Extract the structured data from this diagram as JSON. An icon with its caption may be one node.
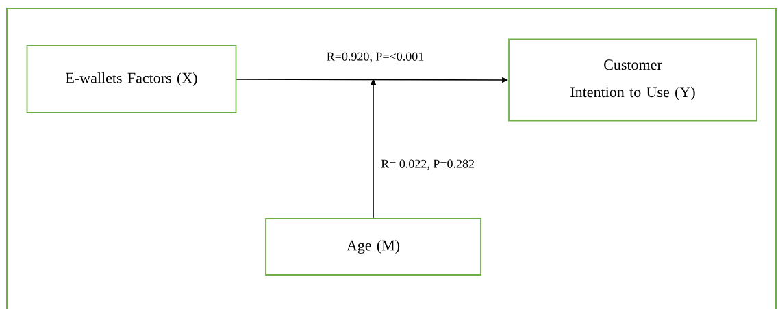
{
  "diagram": {
    "nodes": [
      {
        "text": [
          "E-wallets Factors (X)"
        ]
      },
      {
        "text": [
          "Customer",
          "Intention to Use (Y)"
        ]
      },
      {
        "text": [
          "Age (M)"
        ]
      }
    ],
    "edges": [
      {
        "from": 0,
        "to": 1,
        "arrow": "to",
        "label": "R=0.920, P=<0.001"
      },
      {
        "from": 2,
        "to": null,
        "arrow": "to",
        "label": "R= 0.022, P=0.282"
      }
    ]
  }
}
